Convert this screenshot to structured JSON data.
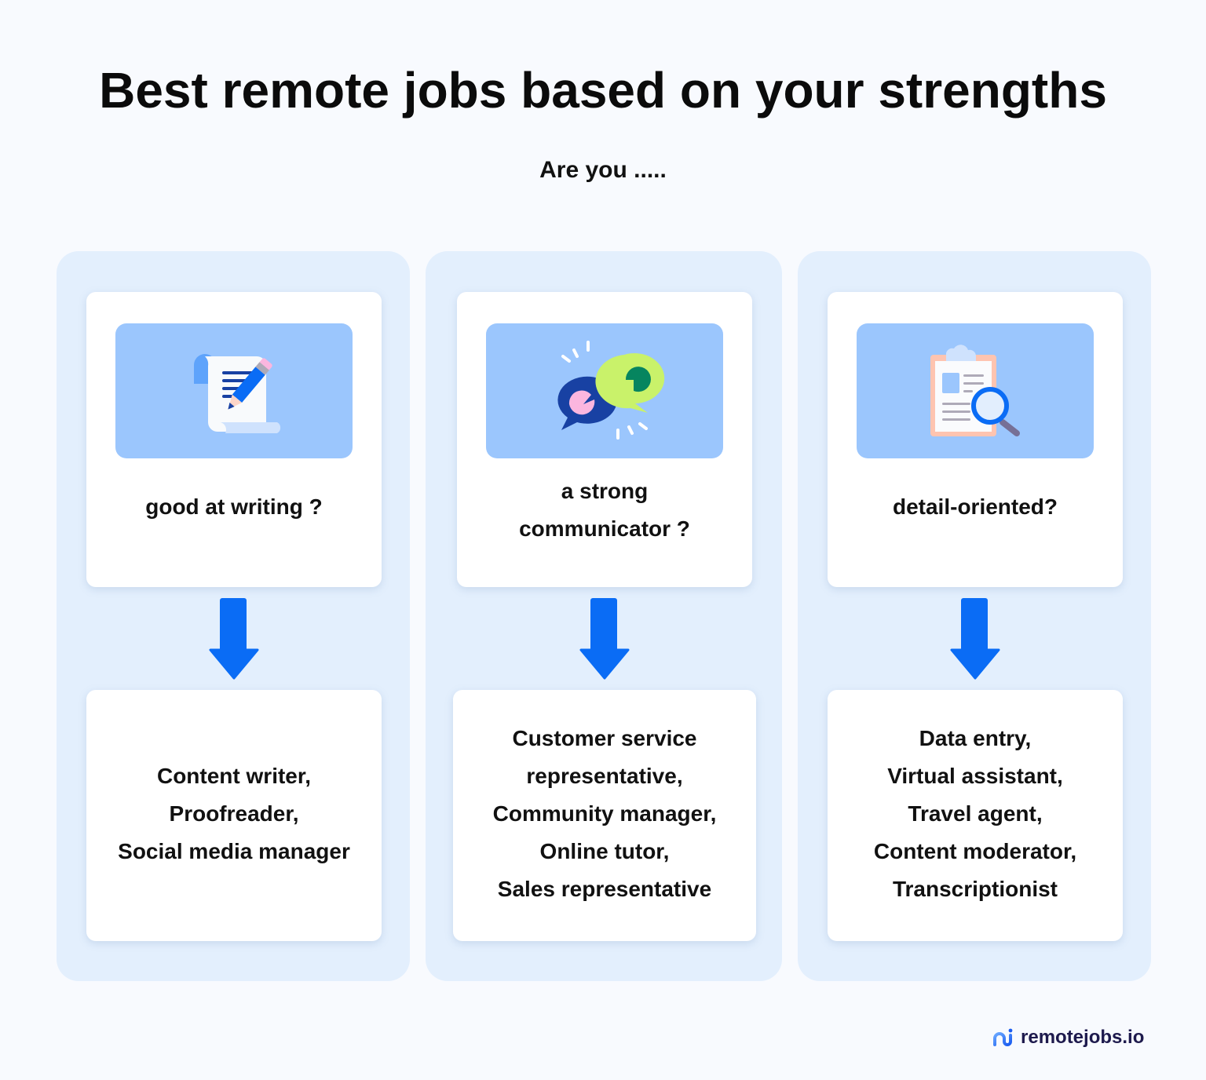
{
  "header": {
    "title": "Best remote jobs based on your strengths",
    "subtitle": "Are you ....."
  },
  "columns": [
    {
      "icon": "writing-scroll-pencil-icon",
      "question_lines": [
        "good at writing ?"
      ],
      "jobs": [
        "Content writer,",
        "Proofreader,",
        "Social media manager"
      ]
    },
    {
      "icon": "speech-bubbles-icon",
      "question_lines": [
        "a strong",
        "communicator ?"
      ],
      "jobs": [
        "Customer service",
        "representative,",
        "Community manager,",
        "Online tutor,",
        "Sales representative"
      ]
    },
    {
      "icon": "clipboard-magnifier-icon",
      "question_lines": [
        "detail-oriented?"
      ],
      "jobs": [
        "Data entry,",
        "Virtual assistant,",
        "Travel agent,",
        "Content moderator,",
        "Transcriptionist"
      ]
    }
  ],
  "colors": {
    "background": "#f8fafe",
    "column_bg": "#e3effd",
    "illustration_bg": "#9bc6fd",
    "arrow": "#0a6cf5",
    "logo_text": "#1e1a4d"
  },
  "footer": {
    "logo_text": "remotejobs.io"
  }
}
